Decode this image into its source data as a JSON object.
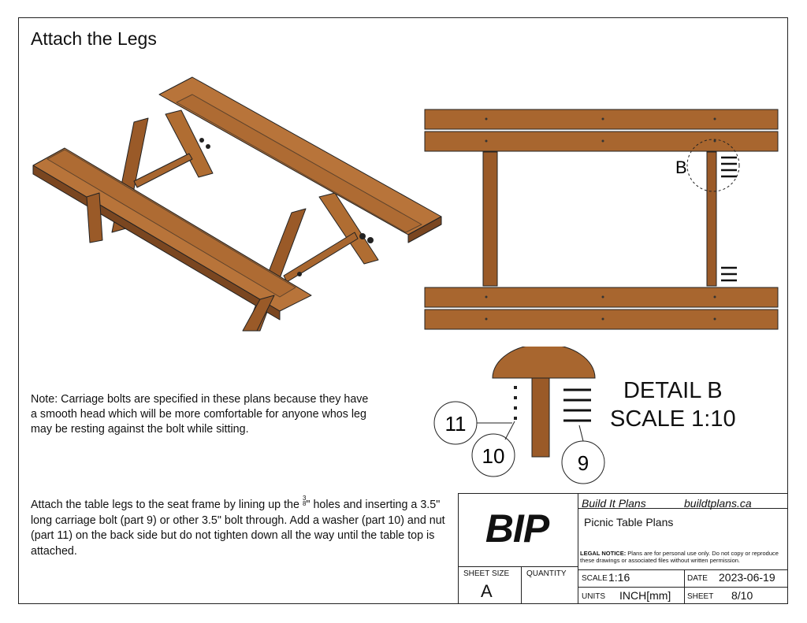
{
  "title": "Attach the Legs",
  "note": "Note: Carriage bolts are specified in these plans because they have a smooth head which will be more comfortable for anyone whos leg may be resting against the bolt while sitting.",
  "instructions": {
    "part1": "Attach the table legs to the seat frame by lining up the ",
    "frac_num": "3",
    "frac_den": "8",
    "part2": "\" holes and inserting a 3.5\" long carriage bolt (part 9) or other 3.5\" bolt through. Add a washer (part 10) and nut (part 11) on the back side but do not tighten down all the way until the table top is attached."
  },
  "callouts": {
    "detail_marker": "B",
    "part_11": "11",
    "part_10": "10",
    "part_9": "9"
  },
  "detail": {
    "line1": "DETAIL B",
    "line2": "SCALE 1:10"
  },
  "title_block": {
    "logo": "BIP",
    "company": "Build It Plans",
    "website": "buildtplans.ca",
    "project": "Picnic Table Plans",
    "legal_bold": "LEGAL NOTICE:",
    "legal_text": " Plans are for personal use only. Do not copy or reproduce these drawings or associated files without written permission.",
    "sheet_size_label": "SHEET SIZE",
    "sheet_size": "A",
    "quantity_label": "QUANTITY",
    "scale_label": "SCALE",
    "scale": "1:16",
    "date_label": "DATE",
    "date": "2023-06-19",
    "units_label": "UNITS",
    "units": "INCH[mm]",
    "sheet_label": "SHEET",
    "sheet": "8/10"
  },
  "colors": {
    "wood": "#a8662f",
    "wood_dark": "#7a4620",
    "wood_light": "#c07a3c",
    "line": "#222222"
  }
}
